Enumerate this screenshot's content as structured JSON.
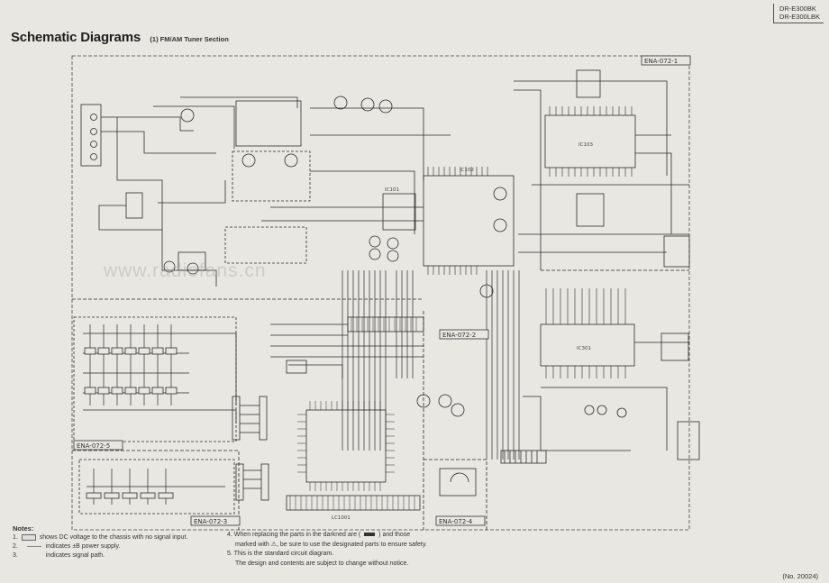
{
  "model_numbers": [
    "DR-E300BK",
    "DR-E300LBK"
  ],
  "title": "Schematic Diagrams",
  "subtitle": "(1) FM/AM Tuner Section",
  "board_labels": [
    "ENA-072-1",
    "ENA-072-2",
    "ENA-072-5",
    "ENA-072-3",
    "ENA-072-4"
  ],
  "ic_labels": [
    "IC101",
    "IC102",
    "IC103",
    "IC301",
    "LC1001"
  ],
  "watermark": "www.radiofans.cn",
  "notes": {
    "heading": "Notes:",
    "items": [
      {
        "num": "1.",
        "text": "shows DC voltage to the chassis with no signal input."
      },
      {
        "num": "2.",
        "text": "indicates ±B power supply."
      },
      {
        "num": "3.",
        "text": "indicates signal path."
      }
    ],
    "right_items": [
      {
        "num": "4.",
        "line1_a": "When replacing the parts in the darkned are (",
        "line1_b": ") and those",
        "line2_a": "marked with",
        "line2_b": ", be sure to use the designated parts to ensure safety."
      },
      {
        "num": "5.",
        "line1": "This is the standard circuit diagram.",
        "line2": "The design and contents are subject to change without notice."
      }
    ]
  },
  "page_number": "(No. 20024)",
  "colors": {
    "background": "#e9e7e2",
    "ink": "#2b2b2b",
    "faint": "#6a6a6a"
  },
  "icons": {
    "warning": "warning-triangle-icon"
  }
}
